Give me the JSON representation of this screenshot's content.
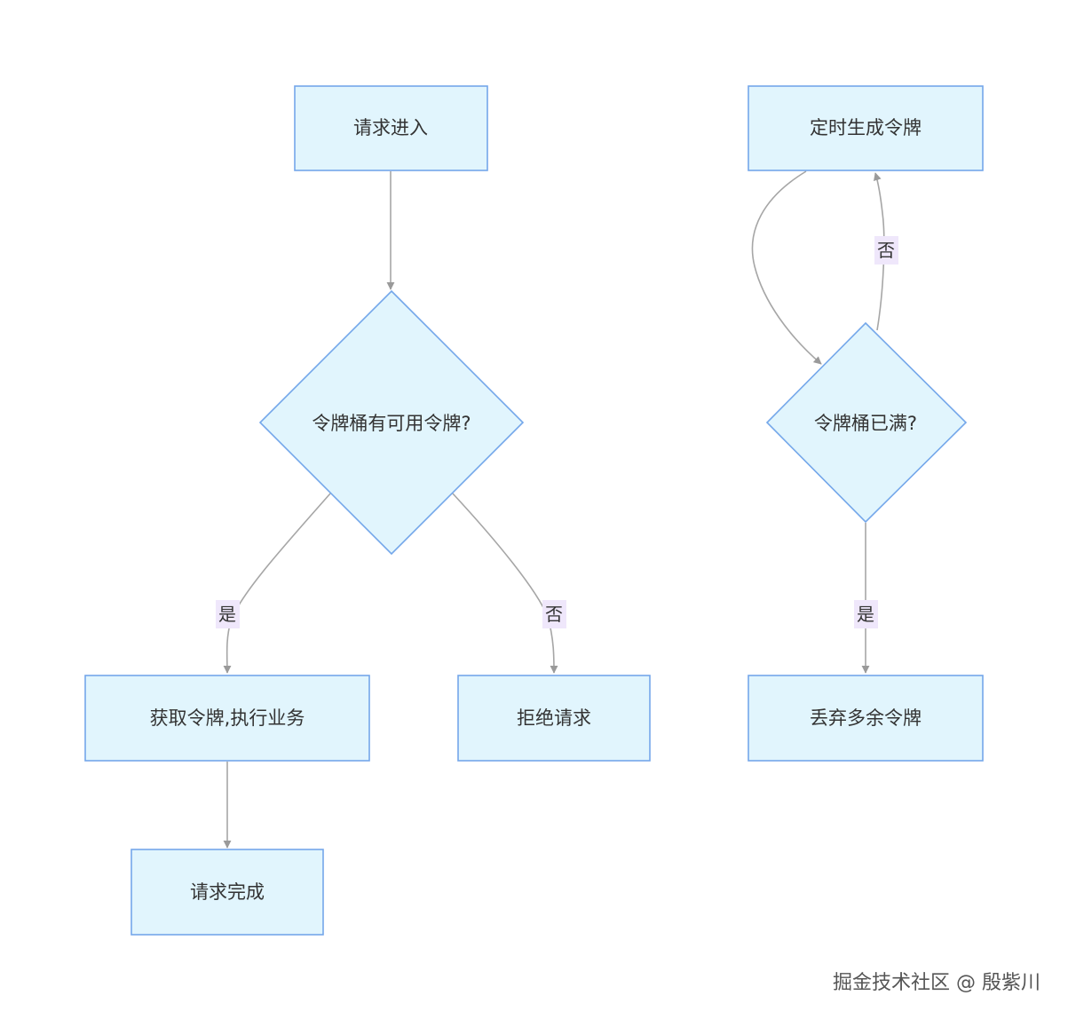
{
  "nodes": {
    "request_enter": "请求进入",
    "has_token": "令牌桶有可用令牌?",
    "acquire_token": "获取令牌,执行业务",
    "reject_request": "拒绝请求",
    "request_done": "请求完成",
    "generate_token": "定时生成令牌",
    "bucket_full": "令牌桶已满?",
    "discard_token": "丢弃多余令牌"
  },
  "edge_labels": {
    "has_token_yes": "是",
    "has_token_no": "否",
    "bucket_full_no": "否",
    "bucket_full_yes": "是"
  },
  "colors": {
    "node_fill": "#e1f5fd",
    "node_stroke": "#74a7ea",
    "edge": "#a6a6a6",
    "edge_label_bg": "#efe7fb"
  },
  "watermark": "掘金技术社区 @ 殷紫川"
}
